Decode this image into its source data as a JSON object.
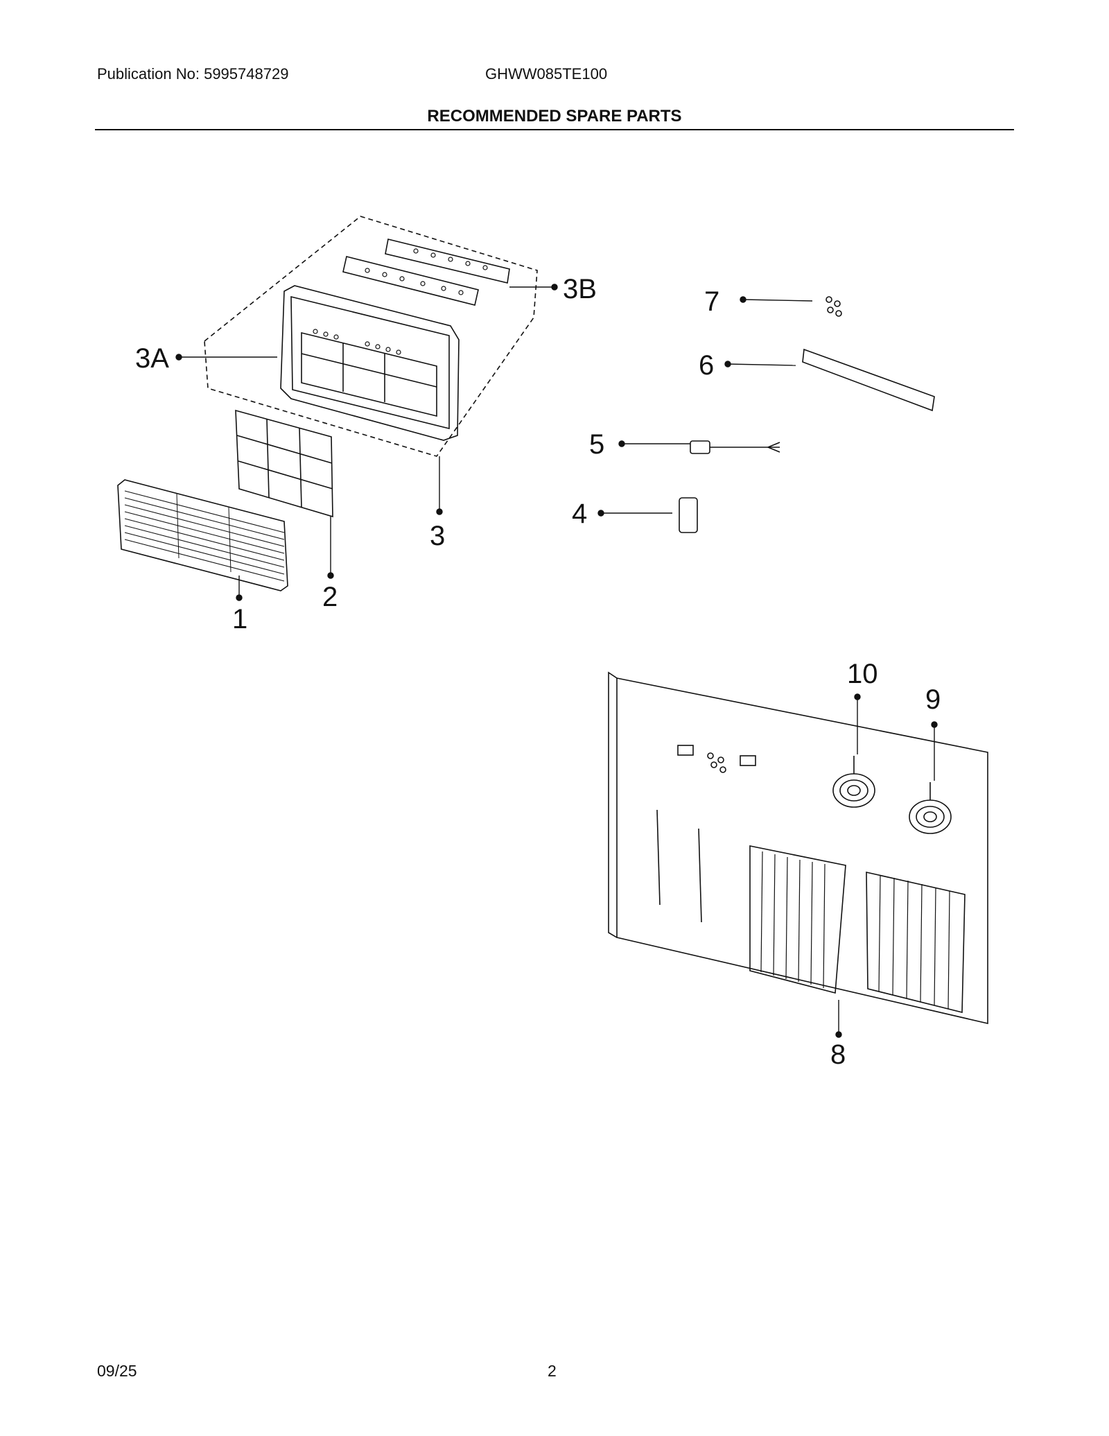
{
  "header": {
    "publication": "Publication No: 5995748729",
    "model": "GHWW085TE100",
    "title": "RECOMMENDED SPARE PARTS"
  },
  "callouts": {
    "p1": "1",
    "p2": "2",
    "p3": "3",
    "p3a": "3A",
    "p3b": "3B",
    "p4": "4",
    "p5": "5",
    "p6": "6",
    "p7": "7",
    "p8": "8",
    "p9": "9",
    "p10": "10"
  },
  "footer": {
    "date": "09/25",
    "page": "2"
  }
}
